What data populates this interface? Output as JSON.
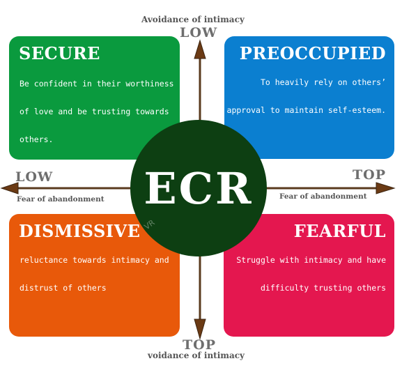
{
  "axes": {
    "vertical_title_top": "Avoidance of intimacy",
    "vertical_title_bottom": "voidance of intimacy",
    "vertical_low": "LOW",
    "vertical_top": "TOP",
    "horizontal_low": "LOW",
    "horizontal_top": "TOP",
    "horizontal_title_left": "Fear of abandonment",
    "horizontal_title_right": "Fear of abandonment"
  },
  "center": {
    "label": "ECR",
    "watermark": "VR"
  },
  "quadrants": {
    "secure": {
      "title": "SECURE",
      "lines": [
        "Be confident in their worthiness",
        "of love and be trusting towards",
        "others."
      ],
      "color": "#0a9a3e"
    },
    "preoccupied": {
      "title": "PREOCCUPIED",
      "lines": [
        "To heavily rely on others’",
        "approval to maintain self-esteem."
      ],
      "color": "#0b7fd0"
    },
    "dismissive": {
      "title": "DISMISSIVE",
      "lines": [
        "reluctance towards intimacy and",
        "distrust of others"
      ],
      "color": "#e8590a"
    },
    "fearful": {
      "title": "FEARFUL",
      "lines": [
        "Struggle with intimacy and have",
        "difficulty trusting others"
      ],
      "color": "#e4174f"
    }
  },
  "colors": {
    "axis": "#5a3a1e",
    "center": "#0d3f12",
    "axis_text": "#555555"
  }
}
